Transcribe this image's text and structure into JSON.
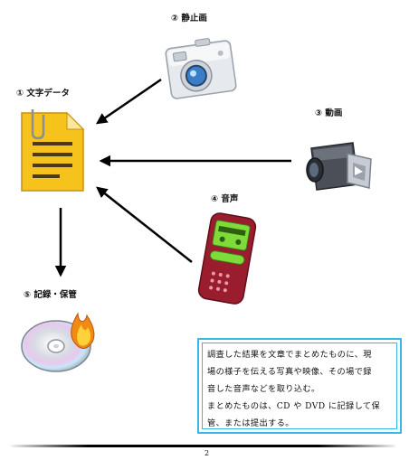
{
  "labels": {
    "text_data": "① 文字データ",
    "still_image": "② 静止画",
    "video": "③ 動画",
    "audio": "④ 音声",
    "record_store": "⑤ 記録・保管"
  },
  "icons": {
    "text_data": "document-icon",
    "still_image": "camera-icon",
    "video": "video-camera-icon",
    "audio": "voice-recorder-icon",
    "record_store": "disc-icon"
  },
  "note": {
    "lines": [
      "調査した結果を文章でまとめたものに、現",
      "場の様子を伝える写真や映像、その場で録",
      "音した音声などを取り込む。",
      "まとめたものは、CD や DVD に記録して保",
      "管、または提出する。"
    ]
  },
  "page_number": "2",
  "colors": {
    "note_border": "#38b7e6",
    "document": "#f6c21c",
    "recorder": "#9a1d2e",
    "recorder_screen": "#7ddc3a",
    "flame": "#f08a12"
  }
}
